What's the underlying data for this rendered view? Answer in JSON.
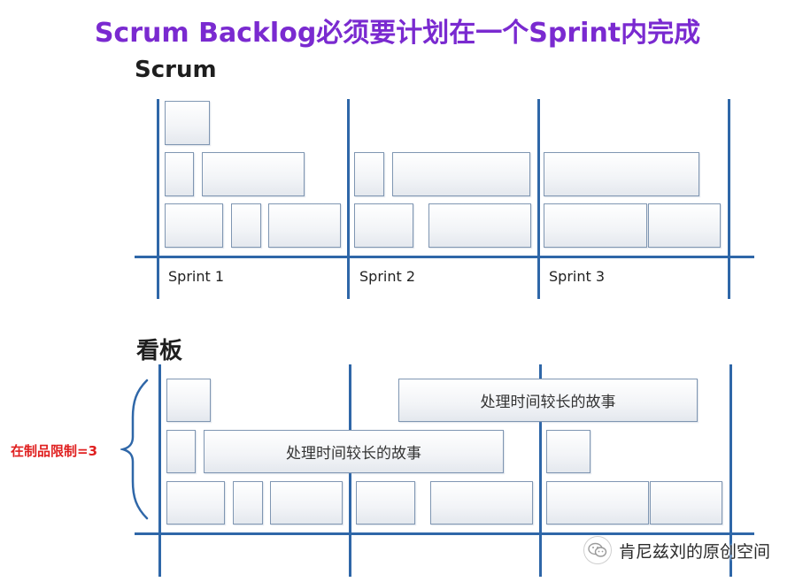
{
  "title": "Scrum Backlog必须要计划在一个Sprint内完成",
  "scrum": {
    "heading": "Scrum",
    "sprints": [
      "Sprint 1",
      "Sprint 2",
      "Sprint 3"
    ]
  },
  "kanban": {
    "heading": "看板",
    "wip_limit_label": "在制品限制=3",
    "long_story_label": "处理时间较长的故事"
  },
  "watermark": {
    "text": "肯尼兹刘的原创空间",
    "icon": "wechat-icon"
  },
  "colors": {
    "title": "#7a2ad0",
    "axis": "#2f67a8",
    "wip_label": "#e02020"
  }
}
